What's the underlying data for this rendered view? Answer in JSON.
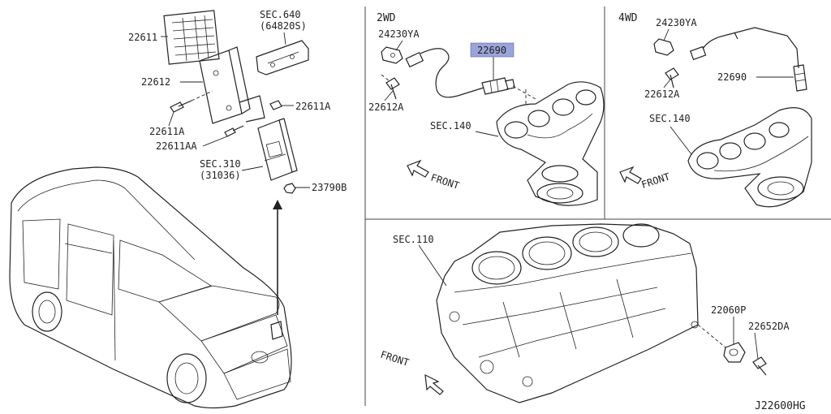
{
  "sections": {
    "two_wd": "2WD",
    "four_wd": "4WD"
  },
  "labels": {
    "p22611": "22611",
    "p22612": "22612",
    "p22611a_left": "22611A",
    "p22611aa": "22611AA",
    "sec640": "SEC.640",
    "sec640_sub": "(64820S)",
    "p22611a_right": "22611A",
    "sec310": "SEC.310",
    "sec310_sub": "(31036)",
    "p23790b": "23790B",
    "p24230ya_2wd": "24230YA",
    "p22690_2wd": "22690",
    "p22612a_2wd": "22612A",
    "sec140_2wd": "SEC.140",
    "front_2wd": "FRONT",
    "p24230ya_4wd": "24230YA",
    "p22690_4wd": "22690",
    "p22612a_4wd": "22612A",
    "sec140_4wd": "SEC.140",
    "front_4wd": "FRONT",
    "sec110": "SEC.110",
    "p22060p": "22060P",
    "p22652da": "22652DA",
    "front_block": "FRONT"
  },
  "diagram_code": "J22600HG",
  "highlight_color": "#9aa4d9"
}
